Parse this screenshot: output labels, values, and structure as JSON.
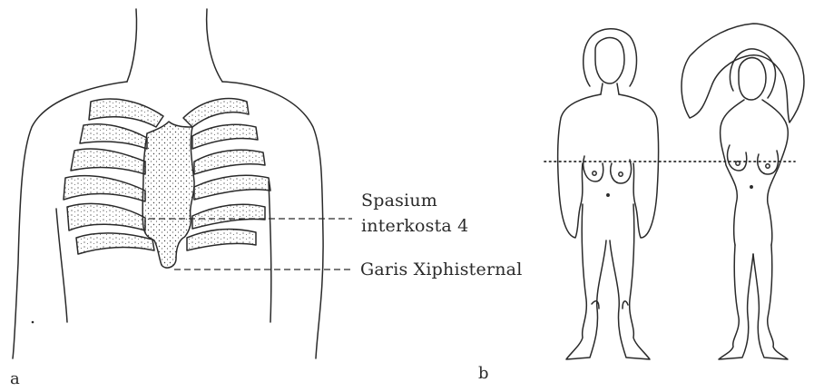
{
  "panel_a": {
    "letter": "a",
    "labels": {
      "intercostal_line1": "Spasium",
      "intercostal_line2": "interkosta 4",
      "xiphisternal": "Garis Xiphisternal"
    }
  },
  "panel_b": {
    "letter": "b"
  },
  "colors": {
    "ink": "#2a2a2a",
    "background": "#ffffff"
  }
}
